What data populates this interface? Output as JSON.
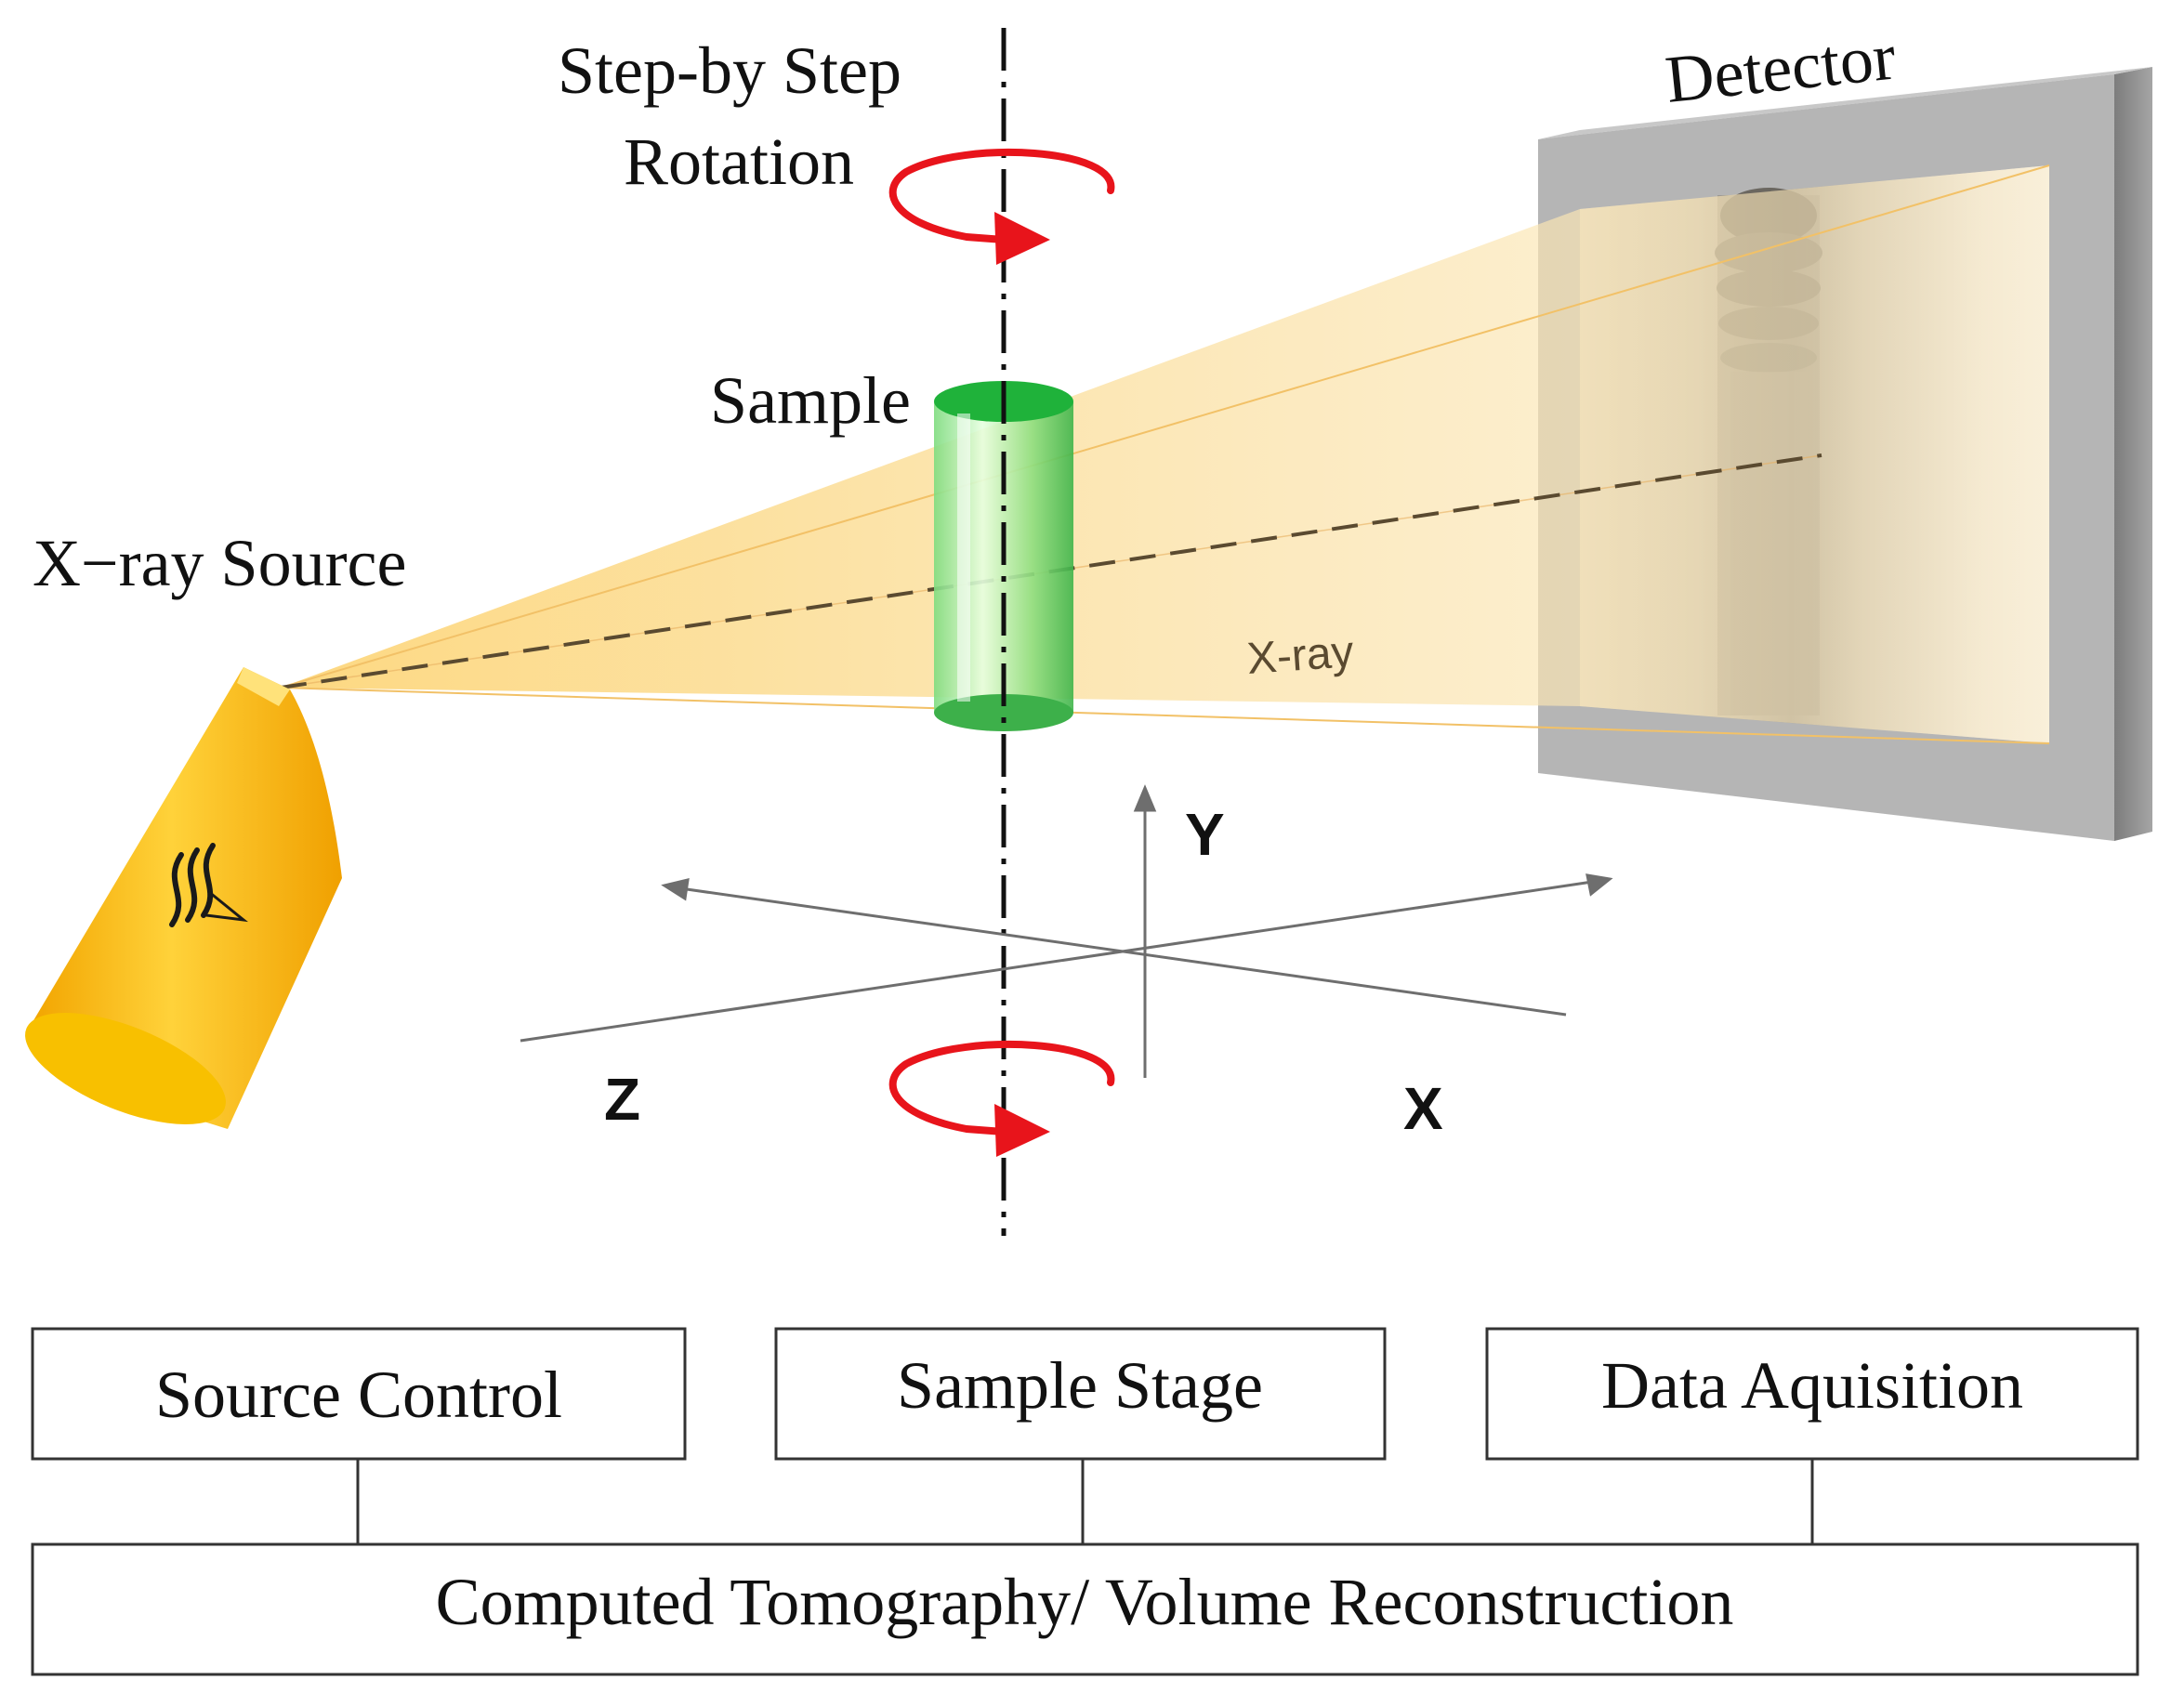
{
  "labels": {
    "rotation_line1": "Step-by Step",
    "rotation_line2": "Rotation",
    "detector": "Detector",
    "sample": "Sample",
    "xray_source": "X−ray Source",
    "xray": "X-ray",
    "axis_y": "Y",
    "axis_z": "Z",
    "axis_x": "X"
  },
  "boxes": {
    "source_control": "Source Control",
    "sample_stage": "Sample Stage",
    "data_acquisition": "Data Aquisition",
    "reconstruction": "Computed Tomography/ Volume Reconstruction"
  },
  "colors": {
    "rotation_arrow": "#e8141b",
    "sample": "#33c24a",
    "source": "#f5b300",
    "beam": "#fbd98c",
    "detector_frame": "#b3b3b3"
  }
}
